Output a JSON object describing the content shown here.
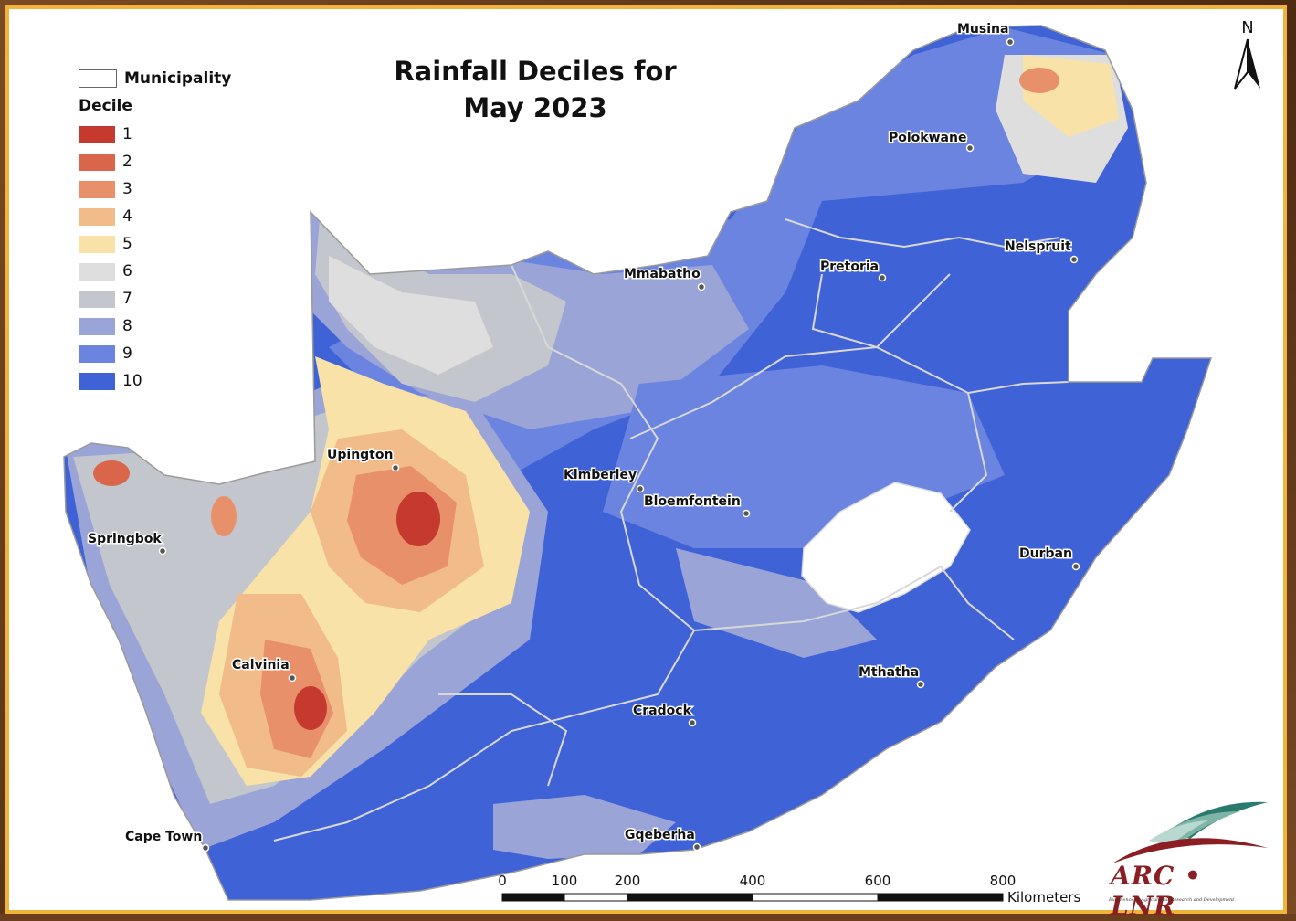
{
  "title_line1": "Rainfall Deciles for",
  "title_line2": "May 2023",
  "legend": {
    "municipality_label": "Municipality",
    "decile_heading": "Decile",
    "classes": [
      {
        "label": "1",
        "color": "#c6392f"
      },
      {
        "label": "2",
        "color": "#d9654a"
      },
      {
        "label": "3",
        "color": "#e8906a"
      },
      {
        "label": "4",
        "color": "#f2bb8a"
      },
      {
        "label": "5",
        "color": "#f8e2a8"
      },
      {
        "label": "6",
        "color": "#dedede"
      },
      {
        "label": "7",
        "color": "#c3c6cc"
      },
      {
        "label": "8",
        "color": "#9aa4d6"
      },
      {
        "label": "9",
        "color": "#6b84e0"
      },
      {
        "label": "10",
        "color": "#3f62d6"
      }
    ]
  },
  "north_label": "N",
  "places": [
    {
      "name": "Musina"
    },
    {
      "name": "Polokwane"
    },
    {
      "name": "Nelspruit"
    },
    {
      "name": "Pretoria"
    },
    {
      "name": "Mmabatho"
    },
    {
      "name": "Upington"
    },
    {
      "name": "Kimberley"
    },
    {
      "name": "Bloemfontein"
    },
    {
      "name": "Springbok"
    },
    {
      "name": "Durban"
    },
    {
      "name": "Calvinia"
    },
    {
      "name": "Mthatha"
    },
    {
      "name": "Cradock"
    },
    {
      "name": "Cape Town"
    },
    {
      "name": "Gqeberha"
    }
  ],
  "scale_bar": {
    "ticks": [
      "0",
      "100",
      "200",
      "400",
      "600",
      "800"
    ],
    "unit": "Kilometers"
  },
  "logo": {
    "text": "ARC • LNR",
    "tagline": "Excellence in Agricultural Research and Development"
  }
}
